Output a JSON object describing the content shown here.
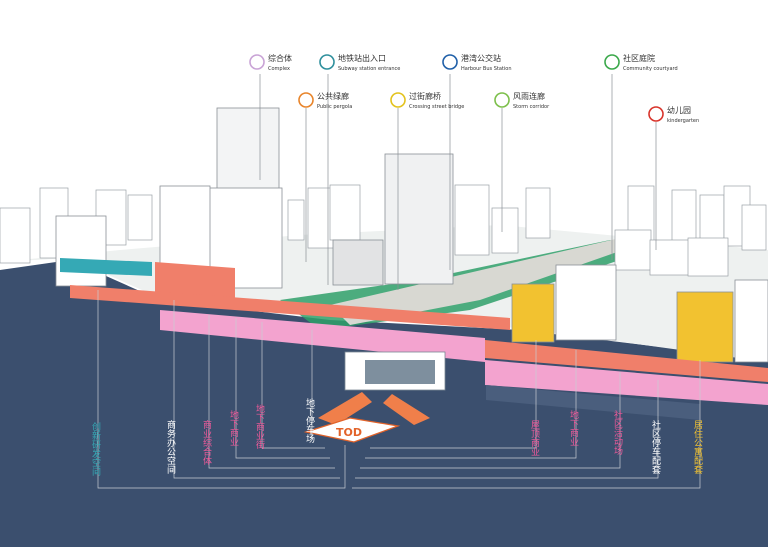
{
  "legend_top": [
    {
      "id": "complex",
      "zh": "综合体",
      "en": "Complex",
      "color": "#c9a3d6",
      "glyph": "▤"
    },
    {
      "id": "subway",
      "zh": "地铁站出入口",
      "en": "Subway station entrance",
      "color": "#2e8f9c",
      "glyph": "◉"
    },
    {
      "id": "bus",
      "zh": "港湾公交站",
      "en": "Harbour Bus Station",
      "color": "#1f5fa8",
      "glyph": "◍"
    },
    {
      "id": "courtyard",
      "zh": "社区庭院",
      "en": "Community courtyard",
      "color": "#3aa84a",
      "glyph": "▲"
    }
  ],
  "legend_mid": [
    {
      "id": "pergola",
      "zh": "公共绿廊",
      "en": "Public pergola",
      "color": "#e8842a",
      "glyph": "⌂"
    },
    {
      "id": "bridge",
      "zh": "过街廊桥",
      "en": "Crossing street bridge",
      "color": "#e3c21c",
      "glyph": "⊓"
    },
    {
      "id": "storm",
      "zh": "风雨连廊",
      "en": "Storm corridor",
      "color": "#7cbf4a",
      "glyph": "◠"
    },
    {
      "id": "kinder",
      "zh": "幼儿园",
      "en": "kindergarten",
      "color": "#d8332a",
      "glyph": "⌂"
    }
  ],
  "center_label": "TOD",
  "bottom_labels": [
    {
      "text": "创新研发空间",
      "color": "#35a9b5"
    },
    {
      "text": "商务办公空间",
      "color": "#ffffff"
    },
    {
      "text": "商业综合体",
      "color": "#f05a9a"
    },
    {
      "text": "地下商业",
      "color": "#f05a9a"
    },
    {
      "text": "地下商业街",
      "color": "#f05a9a"
    },
    {
      "text": "地下停车场",
      "color": "#ffffff"
    },
    {
      "text": "屋顶商业",
      "color": "#f05a9a"
    },
    {
      "text": "地下商业",
      "color": "#f05a9a"
    },
    {
      "text": "社区活动场",
      "color": "#f05a9a"
    },
    {
      "text": "社区停车配套",
      "color": "#ffffff"
    },
    {
      "text": "居住公寓配套",
      "color": "#f2c230"
    }
  ],
  "colors": {
    "underground": "#3b4f6e",
    "pink": "#f3a3cf",
    "salmon": "#f07f6a",
    "green": "#2fa06a",
    "yellow": "#f2c230",
    "cyan": "#35a9b5"
  }
}
